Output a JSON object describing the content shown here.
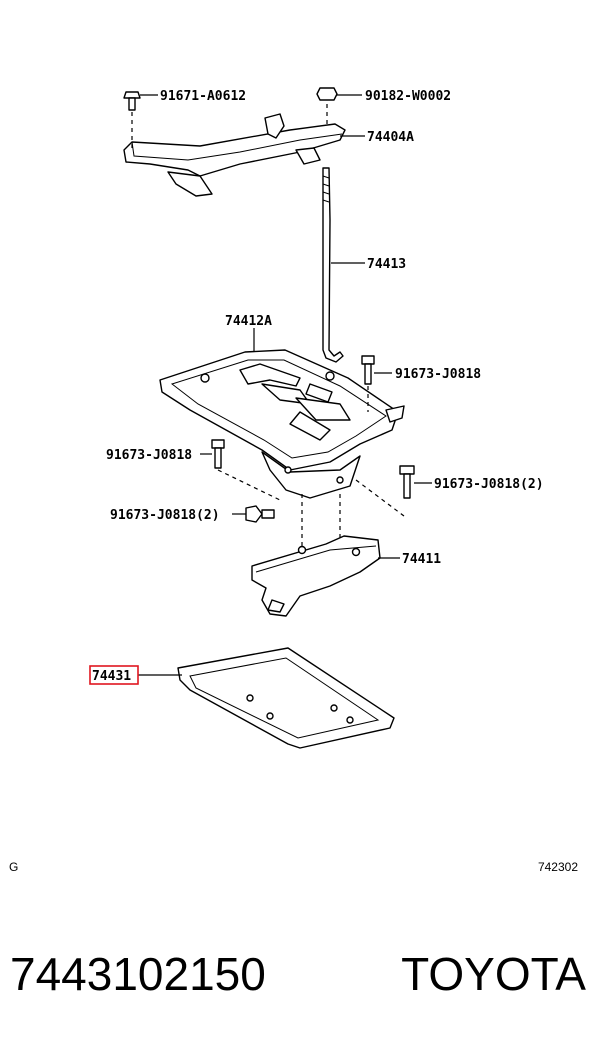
{
  "callouts": {
    "c1": "91671-A0612",
    "c2": "90182-W0002",
    "c3": "74404A",
    "c4": "74413",
    "c5": "74412A",
    "c6": "91673-J0818",
    "c7": "91673-J0818",
    "c8": "91673-J0818(2)",
    "c9": "91673-J0818(2)",
    "c10": "74411",
    "c11": "74431"
  },
  "highlight_color": "#e0161f",
  "corner": {
    "left": "G",
    "right": "742302"
  },
  "footer": {
    "part_number": "7443102150",
    "brand": "TOYOTA"
  }
}
